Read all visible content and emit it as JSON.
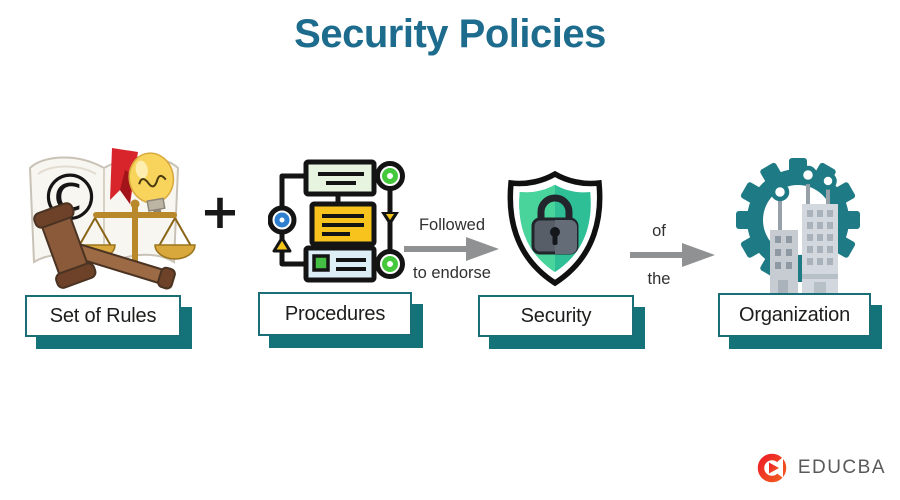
{
  "title": {
    "text": "Security Policies",
    "color": "#1d6c8e"
  },
  "flow": {
    "items": [
      {
        "id": "rules",
        "label": "Set of Rules",
        "icon": "law-book-gavel-scales-icon"
      },
      {
        "id": "procedures",
        "label": "Procedures",
        "icon": "flowchart-icon"
      },
      {
        "id": "security",
        "label": "Security",
        "icon": "shield-lock-icon"
      },
      {
        "id": "organization",
        "label": "Organization",
        "icon": "gear-buildings-icon"
      }
    ],
    "connectors": [
      {
        "type": "plus",
        "symbol": "+"
      },
      {
        "type": "arrow",
        "top_text": "Followed",
        "bottom_text": "to endorse"
      },
      {
        "type": "arrow",
        "top_text": "of",
        "bottom_text": "the"
      }
    ],
    "colors": {
      "box_border": "#1a6f76",
      "box_shadow": "#137379",
      "label_text": "#1d1d1b",
      "arrow": "#8f9192",
      "arrow_text": "#303030",
      "plus": "#181818",
      "shield_green_light": "#49d49c",
      "shield_green_dark": "#2ebf97",
      "gear_teal": "#1e7a84",
      "flow_yellow": "#f9c31d"
    }
  },
  "logo": {
    "text": "EDUCBA",
    "text_color": "#58595b",
    "icon": "educba-swirl-icon",
    "brand_red": "#ed1f24"
  }
}
